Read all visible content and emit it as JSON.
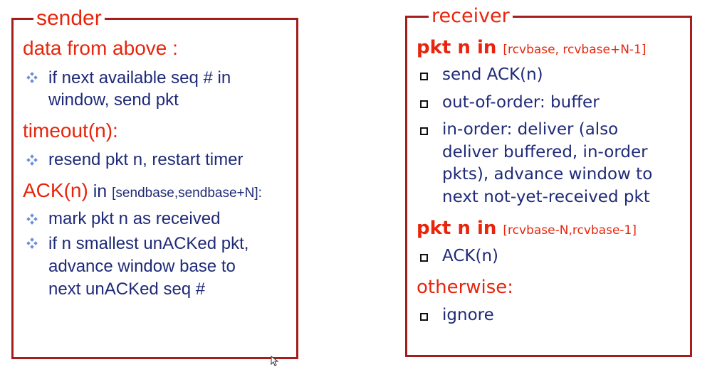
{
  "sender": {
    "title": "sender",
    "sections": {
      "data_from_above": "data from above :",
      "timeout": "timeout(n):",
      "ack": "ACK(n)",
      "ack_in": " in ",
      "ack_range": "[sendbase,sendbase+N]:"
    },
    "bullets": {
      "b1_line1": "if next available seq # in",
      "b1_line2": "window, send pkt",
      "b2": "resend pkt n, restart timer",
      "b3": "mark pkt n as received",
      "b4_line1": "if n smallest unACKed pkt,",
      "b4_line2": "advance window base to",
      "b4_line3": "next unACKed seq #"
    }
  },
  "receiver": {
    "title": "receiver",
    "section1": {
      "head": "pkt n in ",
      "range": "[rcvbase, rcvbase+N-1]"
    },
    "items1": {
      "i1": "send ACK(n)",
      "i2": "out-of-order: buffer",
      "i3_line1": "in-order: deliver (also",
      "i3_line2": "deliver buffered, in-order",
      "i3_line3": "pkts), advance window to",
      "i3_line4": "next not-yet-received pkt"
    },
    "section2": {
      "head": "pkt n in ",
      "range": "[rcvbase-N,rcvbase-1]"
    },
    "items2": {
      "i1": "ACK(n)"
    },
    "section3": {
      "head": "otherwise:"
    },
    "items3": {
      "i1": "ignore"
    }
  },
  "colors": {
    "border": "#a51d1d",
    "heading": "#e8250c",
    "body": "#1f2a78"
  },
  "icons": [
    "diamond-bullet-icon",
    "square-bullet-icon",
    "mouse-cursor-icon"
  ]
}
